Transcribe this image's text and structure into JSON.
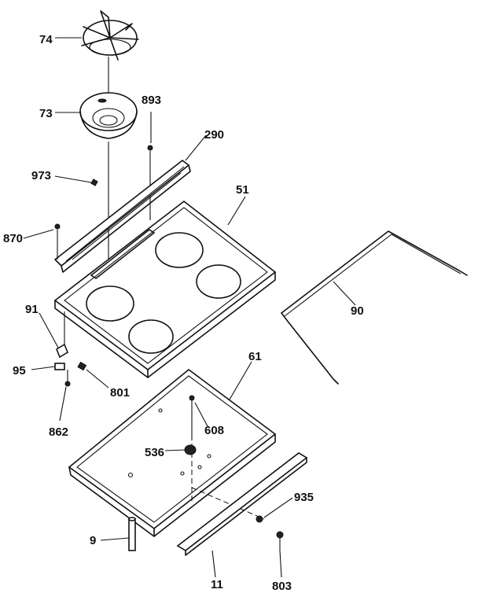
{
  "labels": {
    "p74": "74",
    "p73": "73",
    "p893": "893",
    "p290": "290",
    "p973": "973",
    "p51": "51",
    "p870": "870",
    "p90": "90",
    "p91": "91",
    "p95": "95",
    "p801": "801",
    "p862": "862",
    "p61": "61",
    "p608": "608",
    "p536": "536",
    "p935": "935",
    "p9": "9",
    "p11": "11",
    "p803": "803"
  }
}
